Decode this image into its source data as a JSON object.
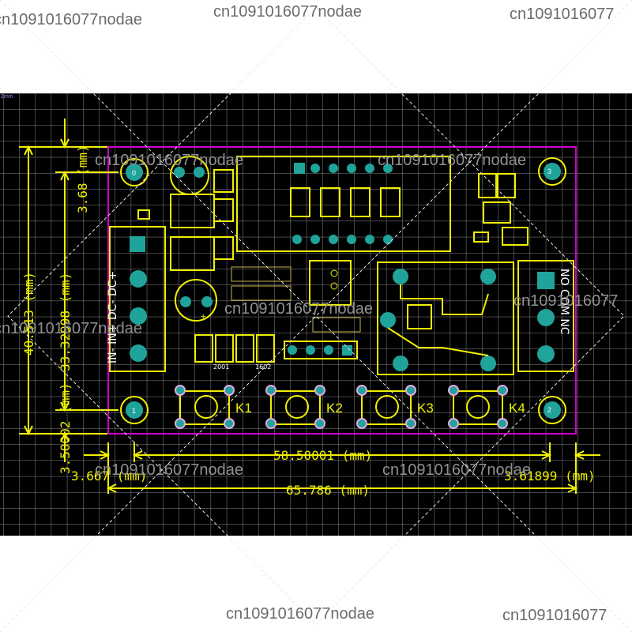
{
  "colors": {
    "background": "#000000",
    "grid": "#8a8a8a",
    "dimension": "#f0f000",
    "outline": "#d000d0",
    "pad": "#1fa39a",
    "pad_ring": "#e4a8e4",
    "silkscreen": "#ffffff",
    "watermark": "#6b6b6b"
  },
  "watermarks": {
    "wm1": "cn1091016077nodae",
    "wm2": "cn1091016077nodae",
    "wm3": "cn1091016077",
    "wm4": "cn1091016077nodae",
    "wm5": "cn1091016077nodae",
    "wm6": "cn1091016077nodae",
    "wm7": "cn1091016077",
    "wm8": "cn1091016077nodae",
    "wm9": "cn1091016077nodae",
    "wm10": "cn1091016077nodae",
    "wm11": "cn1091016077nodae",
    "wm12": "cn1091016077"
  },
  "dimensions": {
    "width_inner": "58.50001 (mm)",
    "width_total": "65.786 (mm)",
    "left_margin": "3.667 (mm)",
    "right_margin": "3.61899 (mm)",
    "height_total": "40.513 (mm)",
    "height_inner": "33.32998 (mm)",
    "top_margin": "3.68 (mm)",
    "bottom_margin": "3.50002 (mm)",
    "unit_label": "mm"
  },
  "keys": {
    "k1": "K1",
    "k2": "K2",
    "k3": "K3",
    "k4": "K4"
  },
  "mounting_holes": {
    "h0": "0",
    "h1": "1",
    "h2": "2",
    "h3": "3"
  },
  "silkscreen": {
    "left_terminal": "IN- IN+ DC- DC+",
    "right_terminal": "NO COM NC",
    "part_2001": "2001",
    "part_1602": "1602",
    "plus": "+"
  },
  "corner_text": "2mm"
}
